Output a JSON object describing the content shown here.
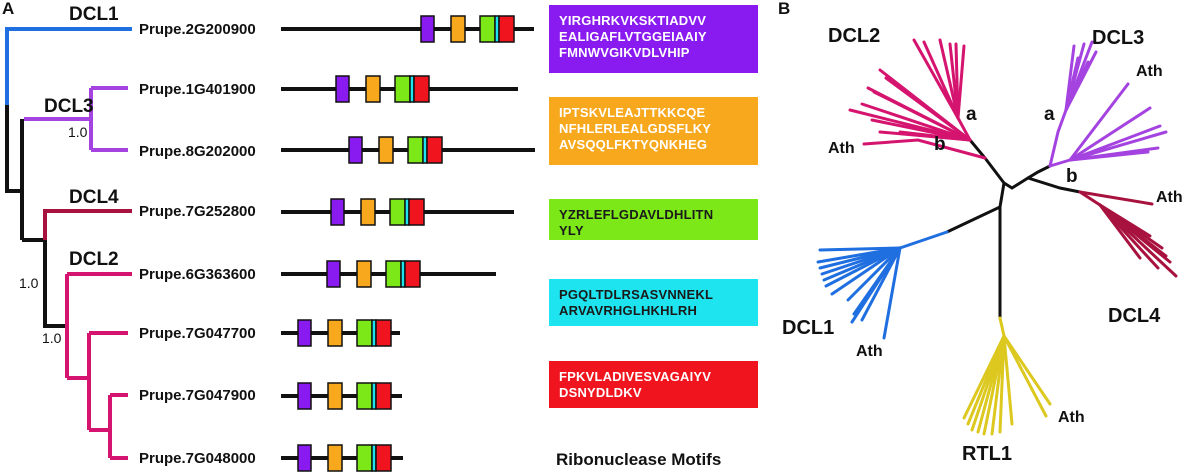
{
  "panels": {
    "a_label": "A",
    "b_label": "B"
  },
  "tree_a": {
    "clades": {
      "dcl1": "DCL1",
      "dcl3": "DCL3",
      "dcl4": "DCL4",
      "dcl2": "DCL2"
    },
    "bootstrap": [
      "1.0",
      "1.0",
      "1.0"
    ]
  },
  "genes": [
    {
      "id": "Prupe.2G200900",
      "motifs": [
        "purple",
        "orange",
        "green",
        "cyan",
        "red"
      ]
    },
    {
      "id": "Prupe.1G401900",
      "motifs": [
        "purple",
        "orange",
        "green",
        "cyan",
        "red"
      ]
    },
    {
      "id": "Prupe.8G202000",
      "motifs": [
        "purple",
        "orange",
        "green",
        "cyan",
        "red"
      ]
    },
    {
      "id": "Prupe.7G252800",
      "motifs": [
        "purple",
        "orange",
        "green",
        "cyan",
        "red"
      ]
    },
    {
      "id": "Prupe.6G363600",
      "motifs": [
        "purple",
        "orange",
        "green",
        "cyan",
        "red"
      ]
    },
    {
      "id": "Prupe.7G047700",
      "motifs": [
        "purple",
        "orange",
        "green",
        "cyan",
        "red"
      ]
    },
    {
      "id": "Prupe.7G047900",
      "motifs": [
        "purple",
        "orange",
        "green",
        "cyan",
        "red"
      ]
    },
    {
      "id": "Prupe.7G048000",
      "motifs": [
        "purple",
        "orange",
        "green",
        "cyan",
        "red"
      ]
    }
  ],
  "motif_colors": {
    "purple": "#8a1bf0",
    "orange": "#f7a81c",
    "green": "#7de818",
    "cyan": "#1ee4f0",
    "red": "#f0141e"
  },
  "motif_sequences": [
    {
      "color": "purple",
      "text_color": "#ffffff",
      "lines": [
        "YIRGHRKVKSKTIADVV",
        "EALIGAFLVTGGEIAAIY",
        "FMNWVGIKVDLVHIP"
      ]
    },
    {
      "color": "orange",
      "text_color": "#ffffff",
      "lines": [
        "IPTSKVLEAJTTKKCQE",
        "NFHLERLEALGDSFLKY",
        "AVSQQLFKTYQNKHEG"
      ]
    },
    {
      "color": "green",
      "text_color": "#1a1a1a",
      "lines": [
        "YZRLEFLGDAVLDHLITN",
        "YLY"
      ]
    },
    {
      "color": "cyan",
      "text_color": "#1a1a1a",
      "lines": [
        "PGQLTDLRSASVNNEKL",
        "ARVAVRHGLHKHLRH"
      ]
    },
    {
      "color": "red",
      "text_color": "#ffffff",
      "lines": [
        "FPKVLADIVESVAGAIYV",
        "DSNYDLDKV"
      ]
    }
  ],
  "motif_legend_title": "Ribonuclease Motifs",
  "tree_b": {
    "clades": {
      "dcl2": "DCL2",
      "dcl3": "DCL3",
      "dcl1": "DCL1",
      "dcl4": "DCL4",
      "rtl1": "RTL1"
    },
    "ath_label": "Ath",
    "marks": {
      "a": "a",
      "b": "b"
    },
    "clade_colors": {
      "dcl1": "#1f6fe0",
      "dcl2": "#d4146e",
      "dcl3": "#a443e0",
      "dcl4": "#a8123e",
      "rtl1": "#dcc81e",
      "backbone": "#111111"
    }
  }
}
